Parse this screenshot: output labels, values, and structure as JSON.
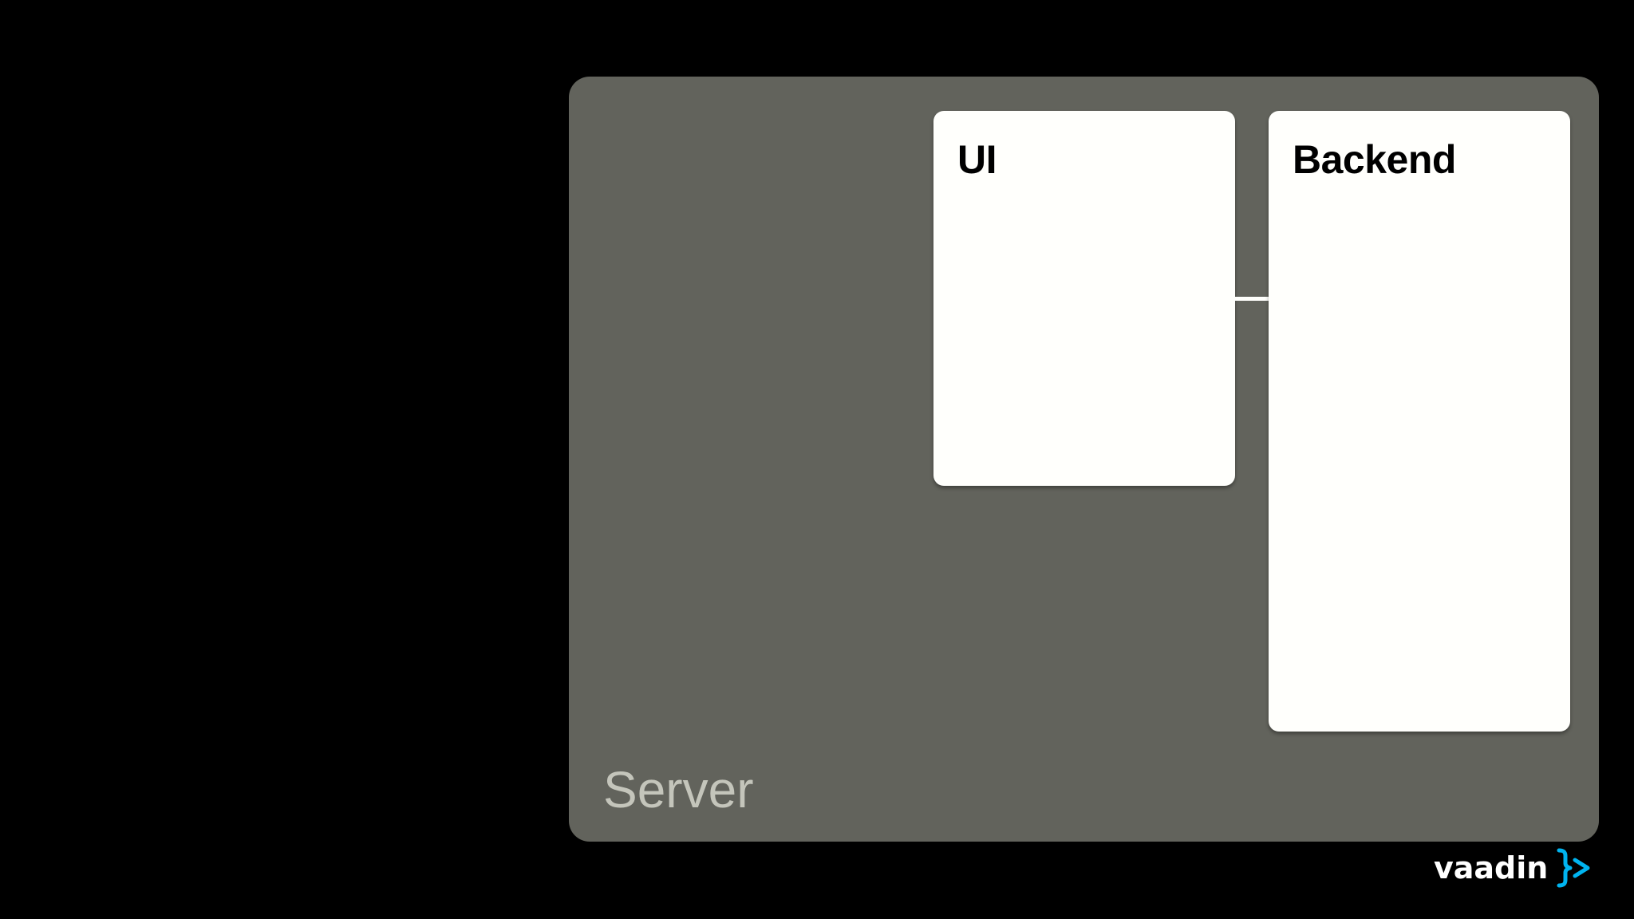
{
  "diagram": {
    "server": {
      "label": "Server"
    },
    "nodes": [
      {
        "id": "ui",
        "title": "UI"
      },
      {
        "id": "backend",
        "title": "Backend"
      }
    ],
    "edges": [
      {
        "from": "ui",
        "to": "backend"
      }
    ]
  },
  "branding": {
    "wordmark": "vaadin",
    "mark_icon": "vaadin-bracket-arrow-icon",
    "mark_color": "#00b4f0"
  },
  "colors": {
    "background": "#000000",
    "server_fill": "#62635c",
    "server_label": "#c4c5bb",
    "box_fill": "#fffffc"
  }
}
